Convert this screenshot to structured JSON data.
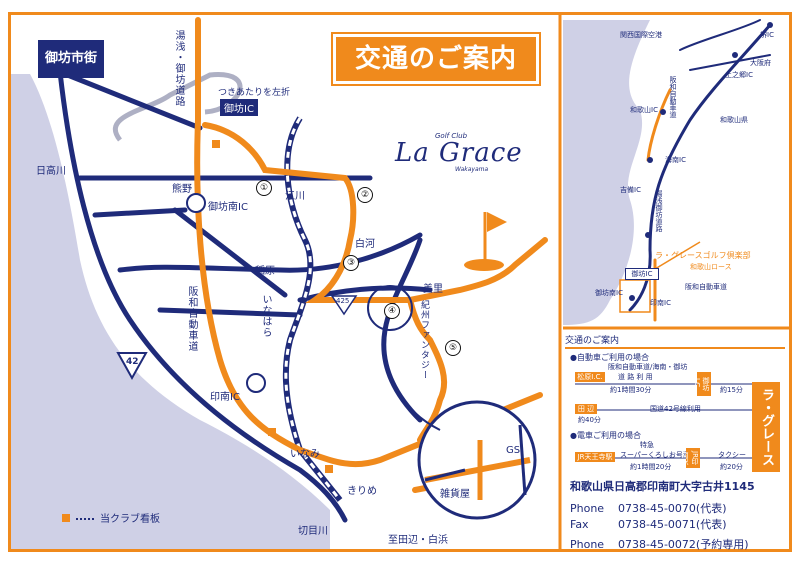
{
  "title": "交通のご案内",
  "city_band": "御坊市街",
  "logo": {
    "script": "La Grace",
    "small_top": "Golf Club",
    "small_bottom": "Wakayama"
  },
  "labels": {
    "yuasa_road": "湯浅・御坊道路",
    "turn_left": "つきあたりを左折",
    "gobo_ic": "御坊IC",
    "hidaka_river": "日高川",
    "kumano": "熊野",
    "gobo_minami_ic": "御坊南IC",
    "egawa": "江川",
    "shirakawa": "白河",
    "inahara_town": "稲原",
    "hanwa": "阪和自動車道",
    "inahara": "いなはら",
    "route425": "425",
    "route42": "42",
    "misato": "美里",
    "kishu_fantasy": "紀州ファンタジー",
    "inami_ic": "印南IC",
    "inami": "いなみ",
    "gs": "GS",
    "zakkaya": "雑貨屋",
    "kirime": "きりめ",
    "kirimegawa": "切目川",
    "to_tanabe": "至田辺・白浜",
    "legend": "当クラブ看板"
  },
  "numbers": [
    "①",
    "②",
    "③",
    "④",
    "⑤"
  ],
  "inset": {
    "kansai_airport": "関西国際空港",
    "sakai": "堺IC",
    "osaka": "大阪府",
    "izumisano": "上之郷IC",
    "wakayama_ic": "和歌山IC",
    "wakayama_pref": "和歌山県",
    "kainan": "海南IC",
    "yoshida": "吉備IC",
    "gobo_ic": "御坊IC",
    "gobo_minami": "御坊南IC",
    "inami_ic": "印南IC",
    "la_grace": "ラ・グレースゴルフ倶楽部",
    "la_grace_sub": "和歌山ロース",
    "hanwa_vertical": "阪和自動車道",
    "hanwa_horiz": "阪和自動車道",
    "yuasa_vertical": "湯浅御坊道路"
  },
  "access": {
    "title": "交通のご案内",
    "car": "●自動車ご利用の場合",
    "car_route": "阪和自動車道/海南・御坊",
    "car_route2": "道 路 利 用",
    "matsubara": "松原I.C.",
    "matsubara_time": "約1時間30分",
    "gobo_ic": "御坊I.C.",
    "gobo_time": "約15分",
    "tanabe": "田 辺",
    "tanabe_time": "約40分",
    "route42": "国道42号線利用",
    "train": "●電車ご利用の場合",
    "jr_station": "JR天王寺駅",
    "express": "特急",
    "express_name": "スーパーくろしお号利用",
    "express_time": "約1時間20分",
    "jr_inami": "JR印南駅",
    "taxi": "タクシー",
    "taxi_time": "約20分",
    "la_grace": "ラ・グレース"
  },
  "address": "和歌山県日高郡印南町大字古井1145",
  "contacts": [
    {
      "label": "Phone",
      "value": "0738-45-0070(代表)"
    },
    {
      "label": "Fax",
      "value": "0738-45-0071(代表)"
    },
    {
      "label": "Phone",
      "value": "0738-45-0072(予約専用)"
    }
  ]
}
